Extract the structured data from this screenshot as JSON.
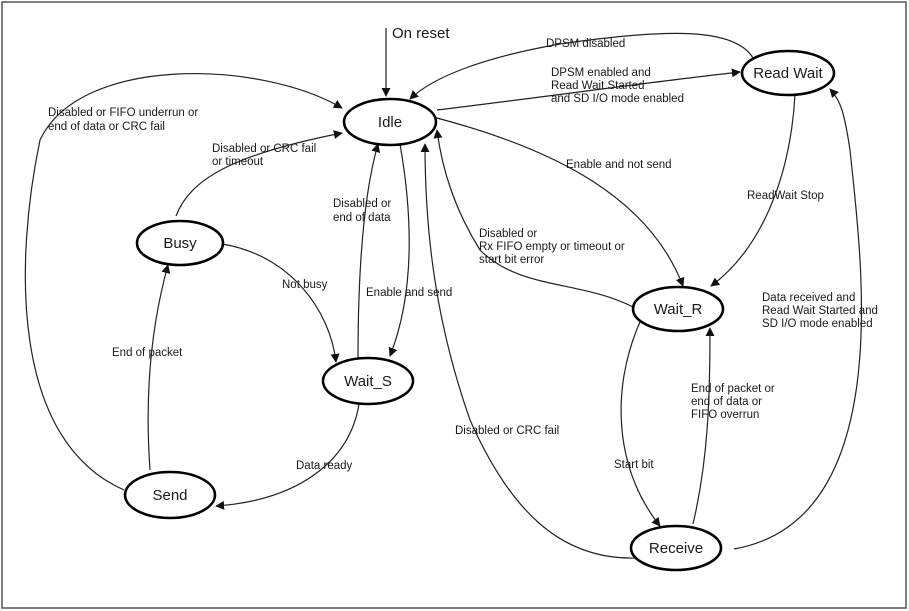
{
  "states": {
    "idle": "Idle",
    "read_wait": "Read Wait",
    "busy": "Busy",
    "wait_s": "Wait_S",
    "wait_r": "Wait_R",
    "send": "Send",
    "receive": "Receive"
  },
  "transitions": {
    "on_reset": [
      "On reset"
    ],
    "readwait_to_idle": [
      "DPSM disabled"
    ],
    "idle_to_readwait": [
      "DPSM enabled and",
      "Read Wait Started",
      "and SD I/O mode enabled"
    ],
    "send_to_idle": [
      "Disabled or FIFO underrun or",
      "end of data or CRC fail"
    ],
    "busy_to_idle": [
      "Disabled or CRC fail",
      "or timeout"
    ],
    "idle_to_waitr": [
      "Enable and not send"
    ],
    "readwait_to_waitr": [
      "ReadWait Stop"
    ],
    "waits_to_idle": [
      "Disabled or",
      "end of data"
    ],
    "idle_to_waits": [
      "Enable and send"
    ],
    "waitr_to_idle": [
      "Disabled or",
      "Rx FIFO empty or timeout or",
      "start bit error"
    ],
    "busy_to_waits": [
      "Not busy"
    ],
    "receive_to_readwait": [
      "Data received and",
      "Read Wait Started and",
      "SD I/O mode enabled"
    ],
    "send_to_busy": [
      "End of packet"
    ],
    "receive_to_waitr": [
      "End of packet or",
      "end of data or",
      "FIFO overrun"
    ],
    "receive_to_idle": [
      "Disabled or CRC fail"
    ],
    "waits_to_send": [
      "Data ready"
    ],
    "waitr_to_receive": [
      "Start bit"
    ]
  }
}
